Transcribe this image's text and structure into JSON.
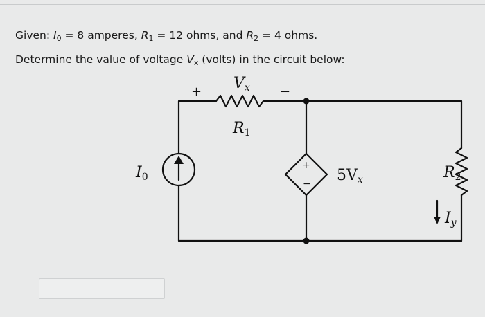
{
  "question": {
    "given_prefix": "Given: ",
    "i0_symbol": "I",
    "i0_sub": "0",
    "i0_text": " = 8 amperes, ",
    "r1_symbol": "R",
    "r1_sub": "1",
    "r1_text": " = 12 ohms, and ",
    "r2_symbol": "R",
    "r2_sub": "2",
    "r2_text": " = 4 ohms.",
    "line2_prefix": "Determine the value of voltage ",
    "vx_symbol": "V",
    "vx_sub": "x",
    "line2_suffix": " (volts) in the circuit below:"
  },
  "circuit": {
    "vx_label": "V",
    "vx_sub": "x",
    "plus_sign": "+",
    "minus_sign": "−",
    "r1_label": "R",
    "r1_sub": "1",
    "i0_label": "I",
    "i0_sub": "0",
    "dep_source_label": "5V",
    "dep_source_sub": "x",
    "dep_plus": "+",
    "dep_minus": "−",
    "r2_label": "R",
    "r2_sub": "2",
    "iy_label": "I",
    "iy_sub": "y"
  },
  "answer": {
    "value": ""
  }
}
